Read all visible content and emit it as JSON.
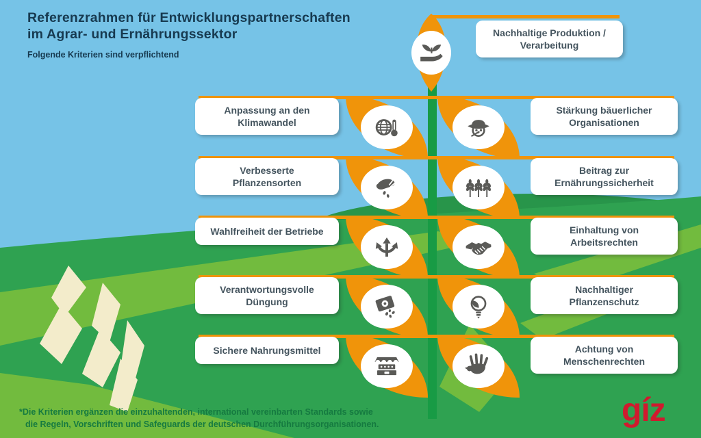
{
  "header": {
    "title_line1": "Referenzrahmen für Entwicklungspartnerschaften",
    "title_line2": "im Agrar- und Ernährungssektor",
    "subtitle": "Folgende Kriterien sind verpflichtend"
  },
  "plant": {
    "top_item": {
      "label": "Nachhaltige Produktion / Verarbeitung",
      "icon": "sprout-in-hand-icon"
    },
    "left_items": [
      {
        "label": "Anpassung an den Klimawandel",
        "icon": "globe-thermometer-icon"
      },
      {
        "label": "Verbesserte Pflanzensorten",
        "icon": "hand-with-seeds-icon"
      },
      {
        "label": "Wahlfreiheit der Betriebe",
        "icon": "three-way-arrows-icon"
      },
      {
        "label": "Verantwortungsvolle Düngung",
        "icon": "seed-packet-icon"
      },
      {
        "label": "Sichere Nahrungsmittel",
        "icon": "market-stall-icon"
      }
    ],
    "right_items": [
      {
        "label": "Stärkung bäuerlicher Organisationen",
        "icon": "farmer-icon"
      },
      {
        "label": "Beitrag zur Ernährungssicherheit",
        "icon": "wheat-ears-icon"
      },
      {
        "label": "Einhaltung von Arbeitsrechten",
        "icon": "handshake-icon"
      },
      {
        "label": "Nachhaltiger Pflanzenschutz",
        "icon": "bulb-leaf-icon"
      },
      {
        "label": "Achtung von Menschenrechten",
        "icon": "dove-hand-icon"
      }
    ]
  },
  "footnote": {
    "line1": "*Die Kriterien ergänzen die einzuhaltenden, international vereinbarten Standards sowie",
    "line2": "die Regeln, Vorschriften und Safeguards der deutschen Durchführungsorganisationen."
  },
  "logo": {
    "text": "gíz"
  },
  "colors": {
    "sky": "#76c3e7",
    "hill_green": "#2fa251",
    "hill_light_green": "#72bb3e",
    "stem_green": "#189b45",
    "accent_orange": "#f0940a",
    "box_text": "#44545e",
    "title_text": "#173a50",
    "footnote_text": "#157a40",
    "logo_red": "#d01a2e",
    "icon_gray": "#5a5a57",
    "wheat_cream": "#f3eccb"
  }
}
